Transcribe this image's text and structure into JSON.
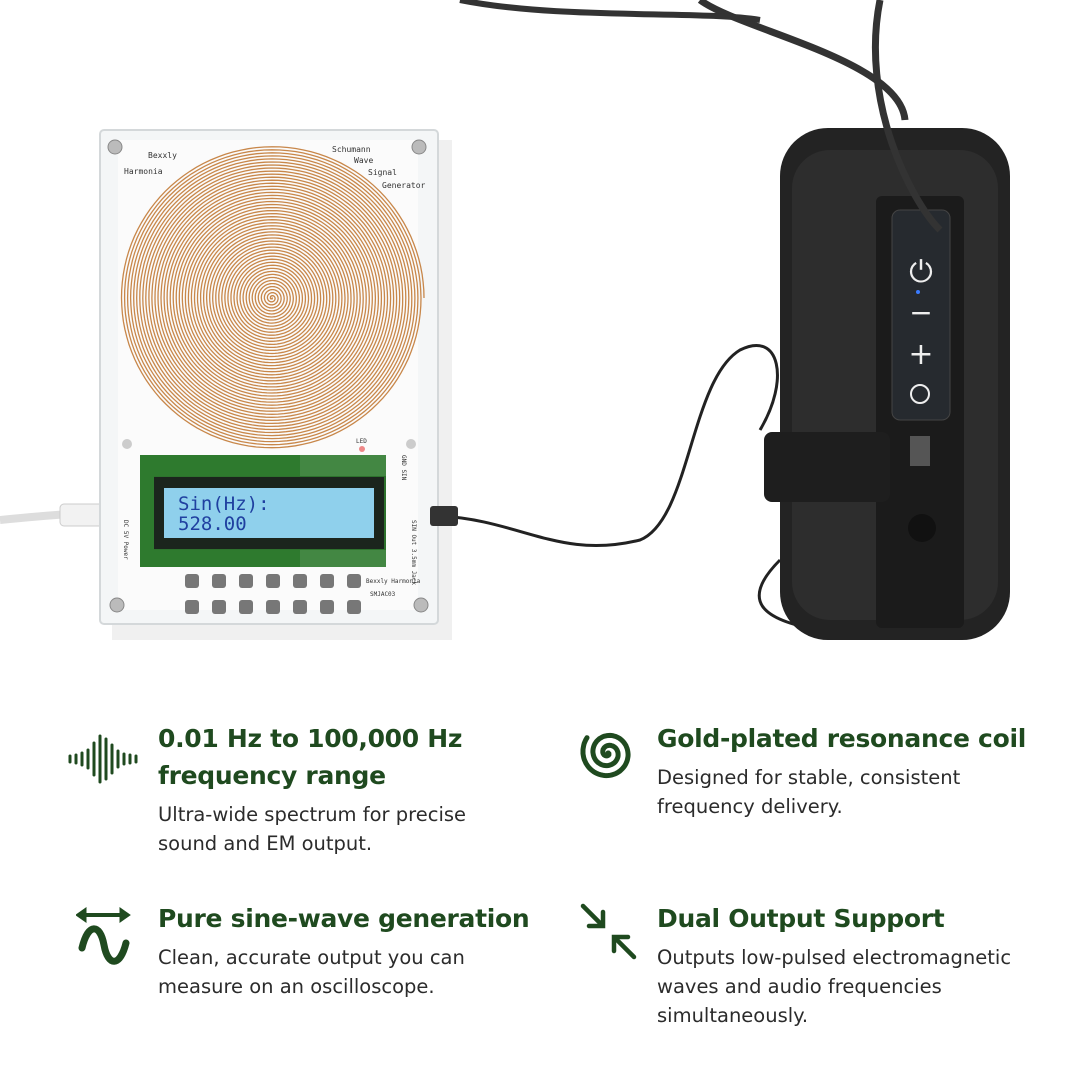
{
  "device": {
    "brand_top": "Bexxly",
    "brand_bottom": "Harmonia",
    "title_lines": [
      "Schumann",
      "Wave",
      "Signal",
      "Generator"
    ],
    "led_label": "LED",
    "gnd_sin_label": "GND SIN",
    "power_label": "DC 5V Power",
    "jack_label": "SIN Out 3.5mm Jack",
    "maker_label": "Bexxly Harmonia",
    "model": "SMJAC03",
    "lcd_line1": "Sin(Hz):",
    "lcd_line2": "528.00"
  },
  "colors": {
    "accent": "#1f4a1f",
    "coil": "#c8874a",
    "lcd": "#8fd0ec"
  },
  "features": [
    {
      "icon": "sound-wave-icon",
      "title": "0.01 Hz to 100,000 Hz frequency range",
      "description": "Ultra-wide spectrum for precise sound and EM output."
    },
    {
      "icon": "spiral-coil-icon",
      "title": "Gold-plated resonance coil",
      "description": "Designed for stable, consistent frequency delivery."
    },
    {
      "icon": "sine-wave-icon",
      "title": "Pure sine-wave generation",
      "description": "Clean, accurate output you can measure on an oscilloscope."
    },
    {
      "icon": "arrows-inward-icon",
      "title": "Dual Output Support",
      "description": "Outputs low-pulsed electromagnetic waves and audio frequencies simultaneously."
    }
  ]
}
